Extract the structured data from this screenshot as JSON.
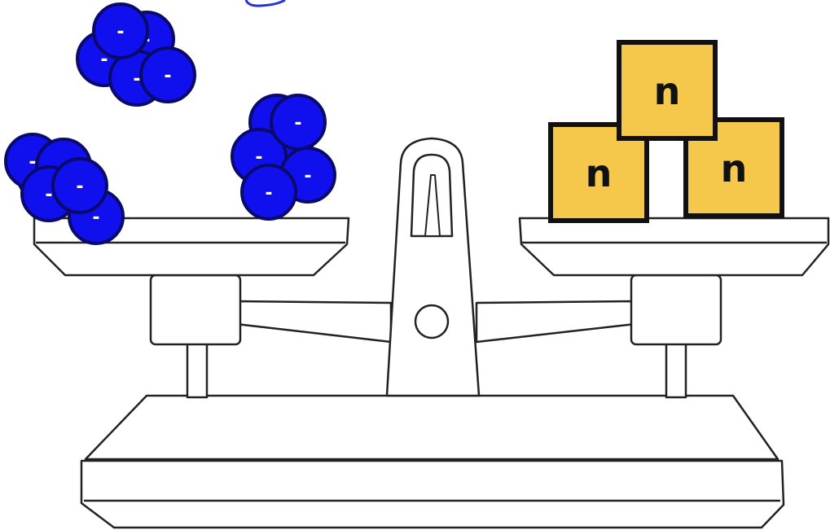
{
  "colors": {
    "electron_fill": "#1010ee",
    "electron_stroke": "#0a0a6a",
    "neutron_fill": "#f5c84c",
    "neutron_stroke": "#111111",
    "scale_fill": "#ffffff",
    "scale_stroke": "#222222"
  },
  "left_pan": {
    "electrons": [
      {
        "symbol": "-"
      },
      {
        "symbol": "-"
      },
      {
        "symbol": "-"
      },
      {
        "symbol": "-"
      },
      {
        "symbol": "-"
      },
      {
        "symbol": "-"
      },
      {
        "symbol": "-"
      },
      {
        "symbol": "-"
      },
      {
        "symbol": "-"
      },
      {
        "symbol": "-"
      },
      {
        "symbol": "-"
      },
      {
        "symbol": "-"
      }
    ]
  },
  "floating_cluster": {
    "electrons": [
      {
        "symbol": "-"
      },
      {
        "symbol": "-"
      },
      {
        "symbol": "-"
      },
      {
        "symbol": "-"
      },
      {
        "symbol": "-"
      }
    ]
  },
  "right_pan": {
    "neutrons": [
      {
        "symbol": "n"
      },
      {
        "symbol": "n"
      },
      {
        "symbol": "n"
      }
    ]
  }
}
